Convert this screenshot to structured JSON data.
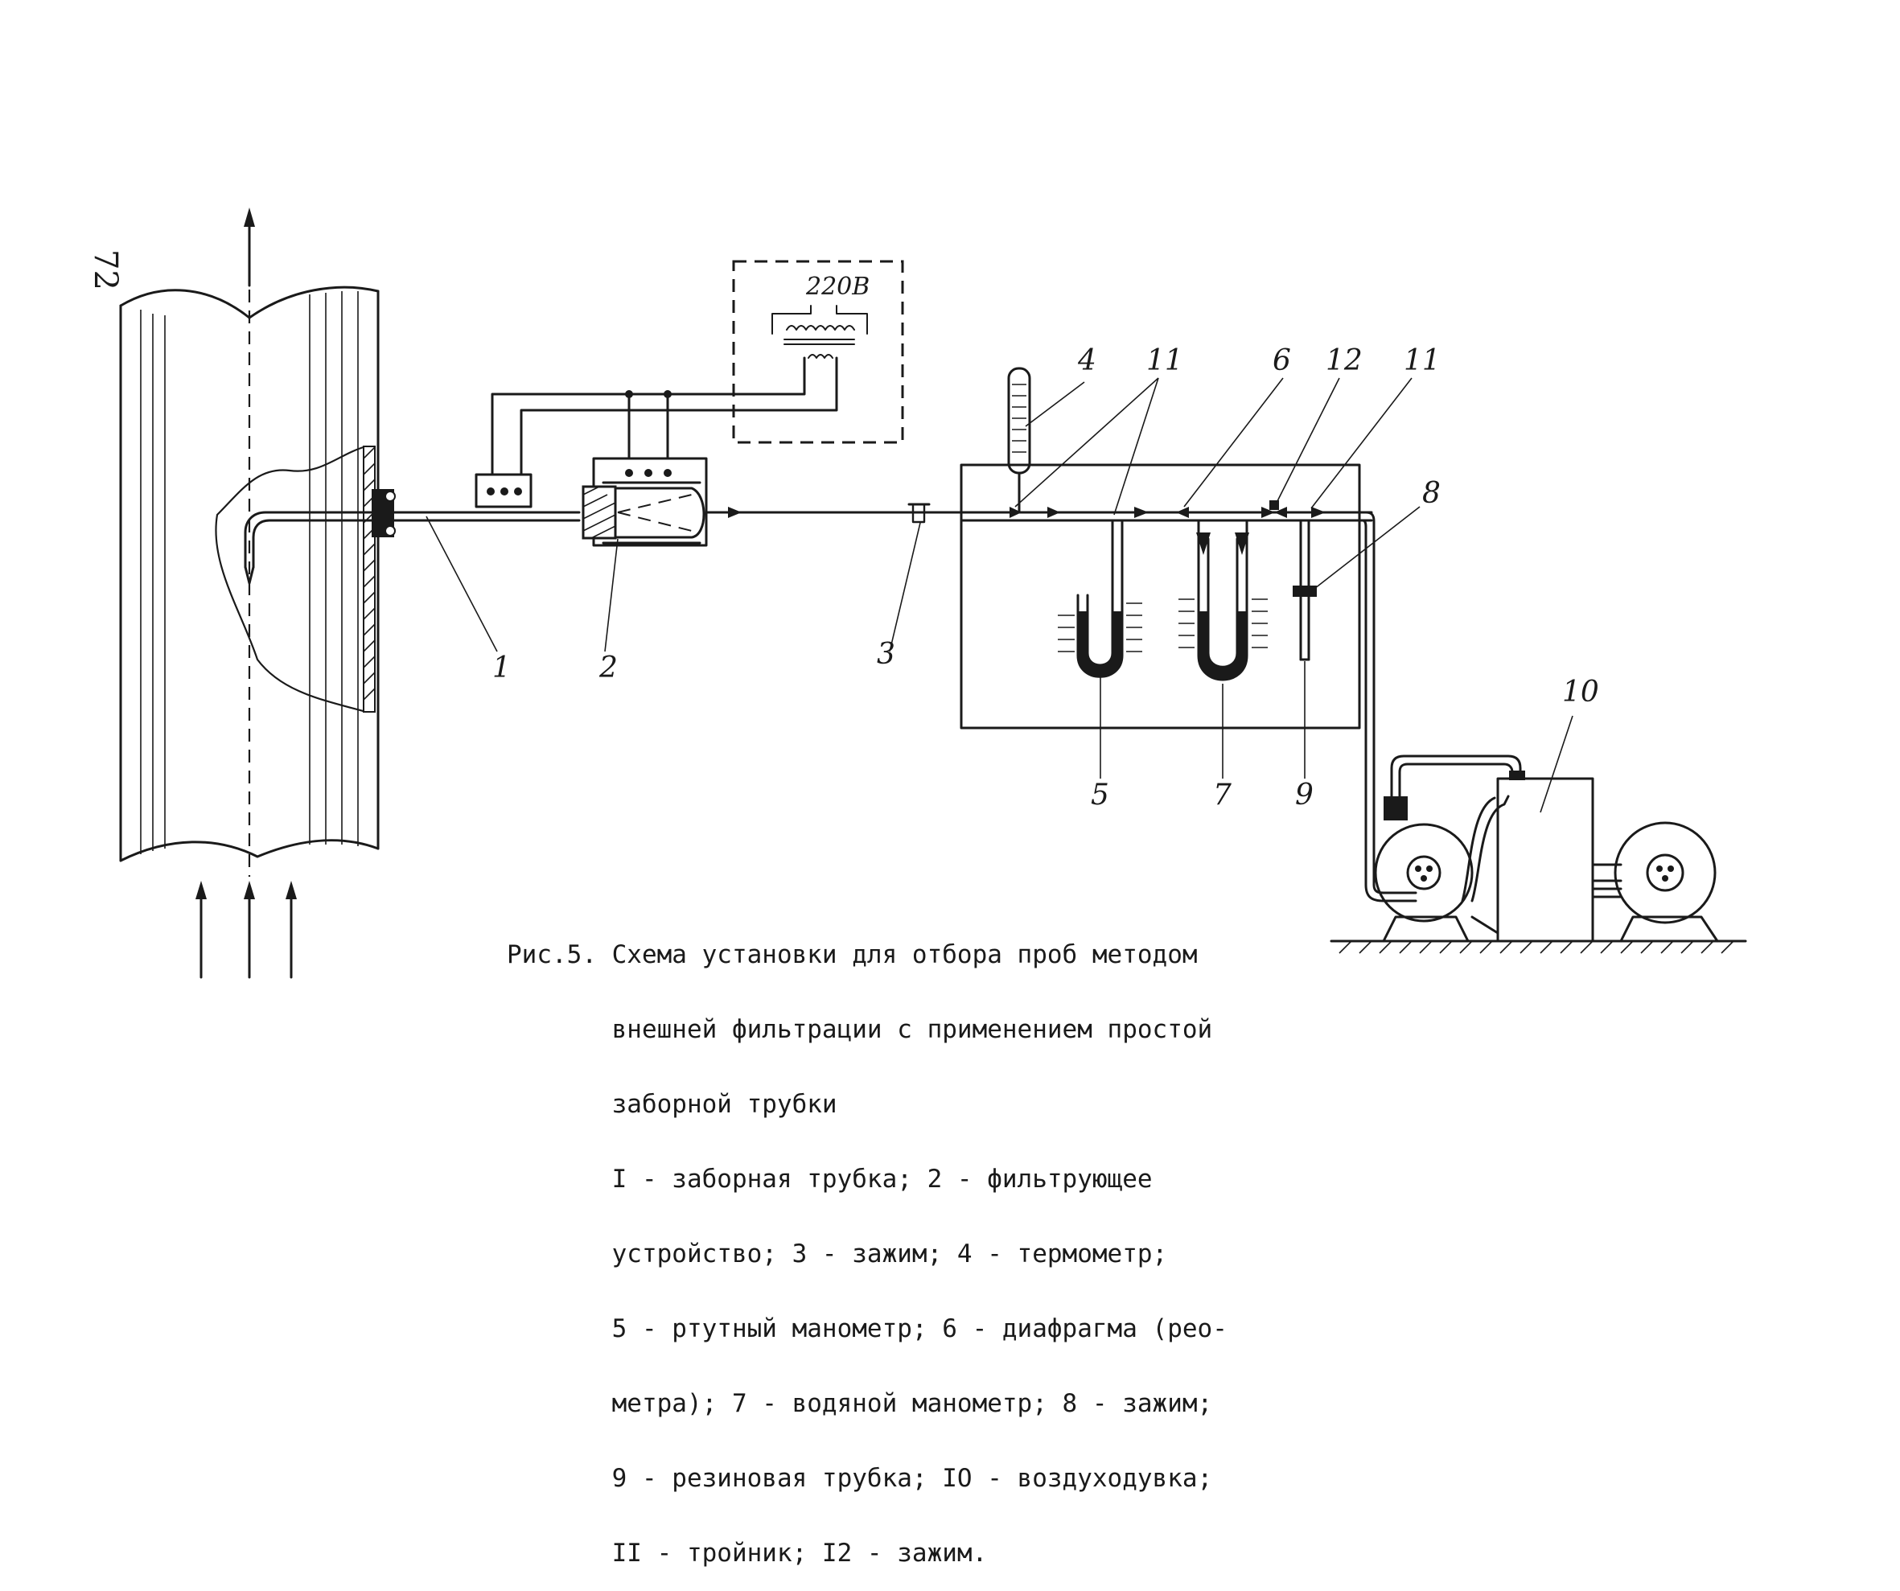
{
  "page_number": "72",
  "voltage_label": "220В",
  "labels": {
    "l1": "1",
    "l2": "2",
    "l3": "3",
    "l4": "4",
    "l5": "5",
    "l6": "6",
    "l7": "7",
    "l8": "8",
    "l9": "9",
    "l10": "10",
    "l11a": "11",
    "l11b": "11",
    "l12": "12"
  },
  "caption": {
    "lines": [
      "Рис.5. Схема установки для отбора проб методом",
      "       внешней фильтрации с применением простой",
      "       заборной трубки",
      "       I - заборная трубка; 2 - фильтрующее",
      "       устройство; 3 - зажим; 4 - термометр;",
      "       5 - ртутный манометр; 6 - диафрагма (рео-",
      "       метра); 7 - водяной манометр; 8 - зажим;",
      "       9 - резиновая трубка; IO - воздуходувка;",
      "       II - тройник; I2 - зажим."
    ]
  }
}
